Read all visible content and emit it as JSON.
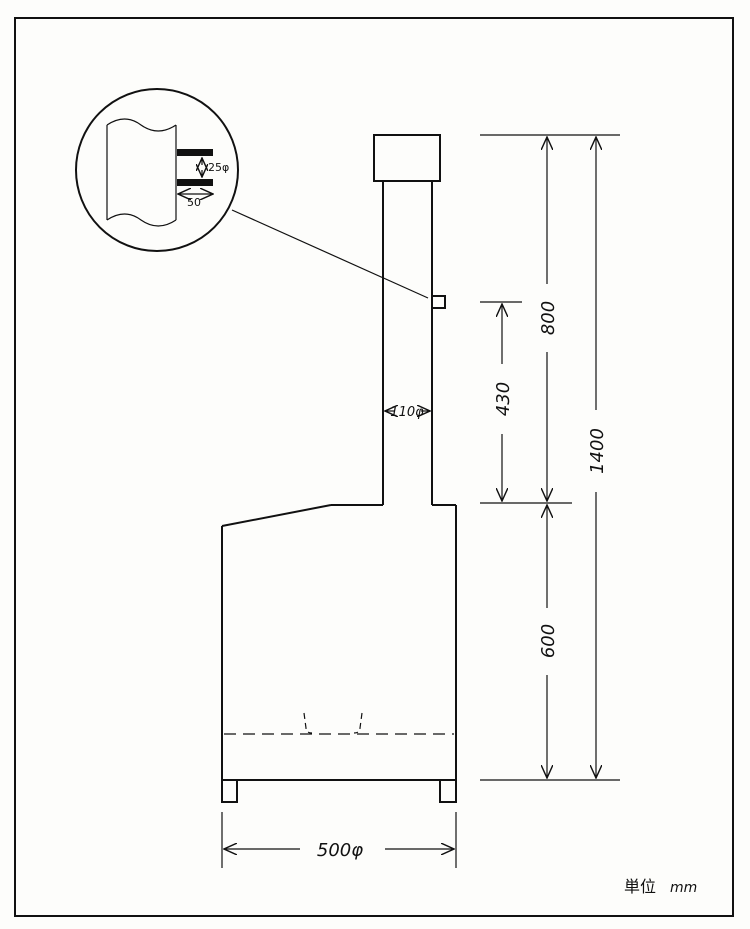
{
  "dimensions": {
    "total_height": "1400",
    "upper_height": "800",
    "port_height": "430",
    "lower_height": "600",
    "chimney_diameter": "110φ",
    "base_diameter": "500φ",
    "port_diameter": "25φ",
    "port_length": "50"
  },
  "units": {
    "label": "単位",
    "unit": "mm"
  }
}
